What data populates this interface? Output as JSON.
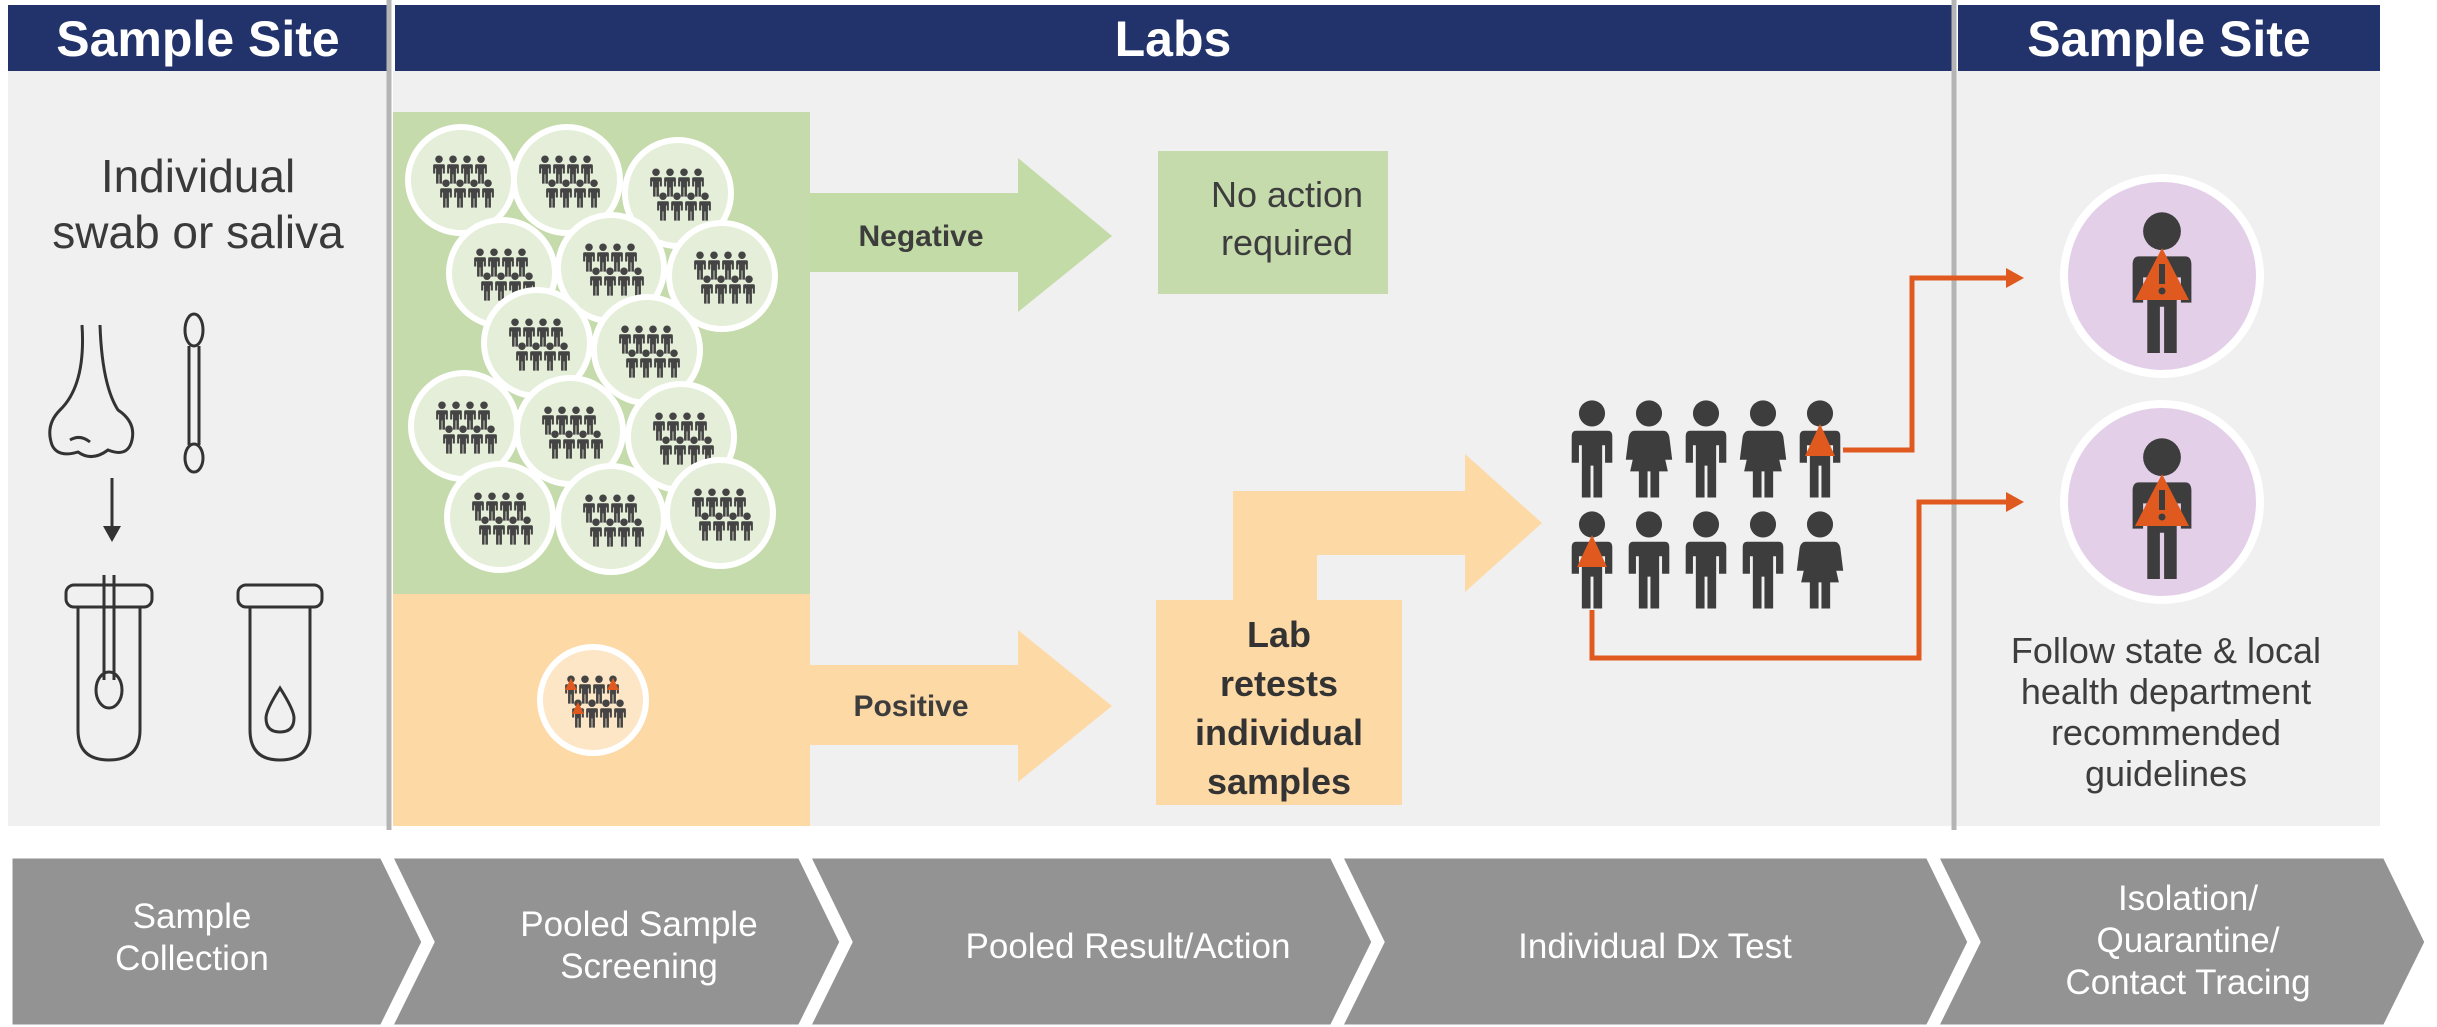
{
  "headers": {
    "left": "Sample Site",
    "middle": "Labs",
    "right": "Sample Site"
  },
  "collection": {
    "line1": "Individual",
    "line2": "swab or saliva"
  },
  "results": {
    "negative": "Negative",
    "positive": "Positive",
    "no_action": [
      "No action",
      "required"
    ],
    "retest": [
      "Lab",
      "retests",
      "individual",
      "samples"
    ]
  },
  "guidelines": [
    "Follow state & local",
    "health department",
    "recommended",
    "guidelines"
  ],
  "steps": [
    {
      "lines": [
        "Sample",
        "Collection"
      ]
    },
    {
      "lines": [
        "Pooled Sample",
        "Screening"
      ]
    },
    {
      "lines": [
        "Pooled Result/Action"
      ]
    },
    {
      "lines": [
        "Individual Dx Test"
      ]
    },
    {
      "lines": [
        "Isolation/",
        "Quarantine/",
        "Contact Tracing"
      ]
    }
  ],
  "colors": {
    "header_navy": "#22336b",
    "panel_gray": "#f0f0f0",
    "green_zone": "#c5dbac",
    "green_arrow": "#c3dba6",
    "peach": "#fdd9a6",
    "orange": "#e05a1f",
    "person_dark": "#3d3d3d",
    "purple_circle": "#e4cfe9",
    "step_gray": "#939393"
  },
  "icons": [
    "person-icon",
    "warning-icon",
    "nose-icon",
    "swab-icon",
    "test-tube-icon",
    "droplet-icon",
    "arrow-down-icon"
  ]
}
